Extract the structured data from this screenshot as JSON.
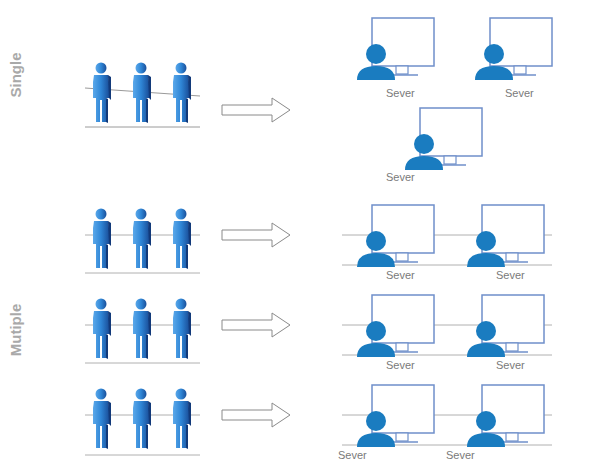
{
  "diagram": {
    "labels": [
      "Single",
      "Sever",
      "Sever",
      "Sever",
      "Mutiple",
      "Sever",
      "Sever",
      "Sever",
      "Sever",
      "Sever",
      "Sever"
    ]
  }
}
